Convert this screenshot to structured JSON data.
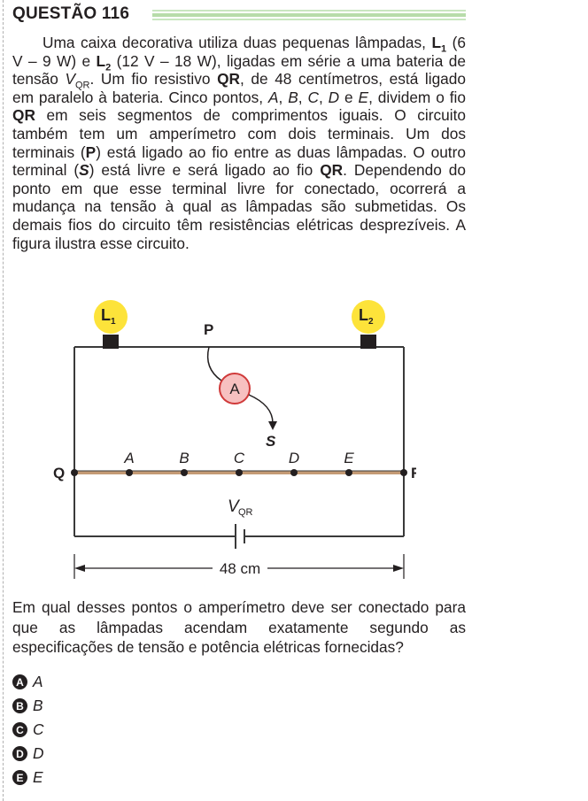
{
  "question": {
    "title": "QUESTÃO 116",
    "paragraph": [
      {
        "t": "Uma caixa decorativa utiliza duas pequenas lâmpadas, "
      },
      {
        "t": "L",
        "b": true
      },
      {
        "t": "1",
        "sub": true,
        "b": true
      },
      {
        "t": " (6 V – 9 W) e "
      },
      {
        "t": "L",
        "b": true
      },
      {
        "t": "2",
        "sub": true,
        "b": true
      },
      {
        "t": " (12 V – 18 W), ligadas em série a uma bateria de tensão "
      },
      {
        "t": "V",
        "i": true
      },
      {
        "t": "QR",
        "sub": true
      },
      {
        "t": ". Um fio resistivo "
      },
      {
        "t": "QR",
        "b": true
      },
      {
        "t": ", de 48 centímetros, está ligado em paralelo à bateria. Cinco pontos, "
      },
      {
        "t": "A",
        "i": true
      },
      {
        "t": ", "
      },
      {
        "t": "B",
        "i": true
      },
      {
        "t": ", "
      },
      {
        "t": "C",
        "i": true
      },
      {
        "t": ", "
      },
      {
        "t": "D",
        "i": true
      },
      {
        "t": " e "
      },
      {
        "t": "E",
        "i": true
      },
      {
        "t": ", dividem o fio "
      },
      {
        "t": "QR",
        "b": true
      },
      {
        "t": " em seis segmentos de comprimentos iguais. O circuito também tem um amperímetro com dois terminais. Um dos terminais ("
      },
      {
        "t": "P",
        "b": true
      },
      {
        "t": ") está ligado ao fio entre as duas lâmpadas. O outro terminal ("
      },
      {
        "t": "S",
        "b": true,
        "i": true
      },
      {
        "t": ") está livre e será ligado ao fio "
      },
      {
        "t": "QR",
        "b": true
      },
      {
        "t": ". Dependendo do ponto em que esse terminal livre for conectado, ocorrerá a mudança na tensão à qual as lâmpadas são submetidas. Os demais fios do circuito têm resistências elétricas desprezíveis. A figura ilustra esse circuito."
      }
    ],
    "prompt": "Em qual desses pontos o amperímetro deve ser conectado para que as lâmpadas acendam exatamente segundo as especificações de tensão e potência elétricas fornecidas?"
  },
  "figure": {
    "lamp1": {
      "letter": "L",
      "sub": "1"
    },
    "lamp2": {
      "letter": "L",
      "sub": "2"
    },
    "point_p": "P",
    "ammeter": "A",
    "terminal_s": "S",
    "end_q": "Q",
    "end_r": "R",
    "points": [
      "A",
      "B",
      "C",
      "D",
      "E"
    ],
    "battery_label": {
      "letter": "V",
      "sub": "QR"
    },
    "length_label": "48 cm",
    "colors": {
      "lamp": "#fde33a",
      "ammeter_fill": "#f7c0c0",
      "ammeter_stroke": "#d03a3a",
      "wire": "#3a3a3a",
      "resistive_wire": "#c49a74"
    }
  },
  "options": [
    {
      "badge": "A",
      "text": "A"
    },
    {
      "badge": "B",
      "text": "B"
    },
    {
      "badge": "C",
      "text": "C"
    },
    {
      "badge": "D",
      "text": "D"
    },
    {
      "badge": "E",
      "text": "E"
    }
  ]
}
